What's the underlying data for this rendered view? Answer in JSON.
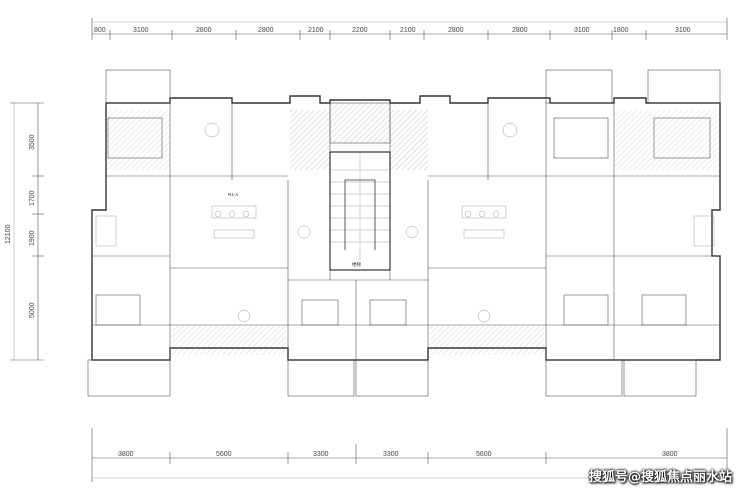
{
  "top_dimensions": [
    "800",
    "3100",
    "2800",
    "2800",
    "2100",
    "2200",
    "2100",
    "2800",
    "2800",
    "3100",
    "1800",
    "3100"
  ],
  "left_dimensions": [
    "3500",
    "1700",
    "1900",
    "5000"
  ],
  "left_total": "12100",
  "bottom_dimensions": [
    "3800",
    "5600",
    "3300",
    "3300",
    "5600",
    "3800"
  ],
  "unit_label": "N1-A",
  "stair_label": "楼梯",
  "watermark": "搜狐号@搜狐焦点丽水站"
}
